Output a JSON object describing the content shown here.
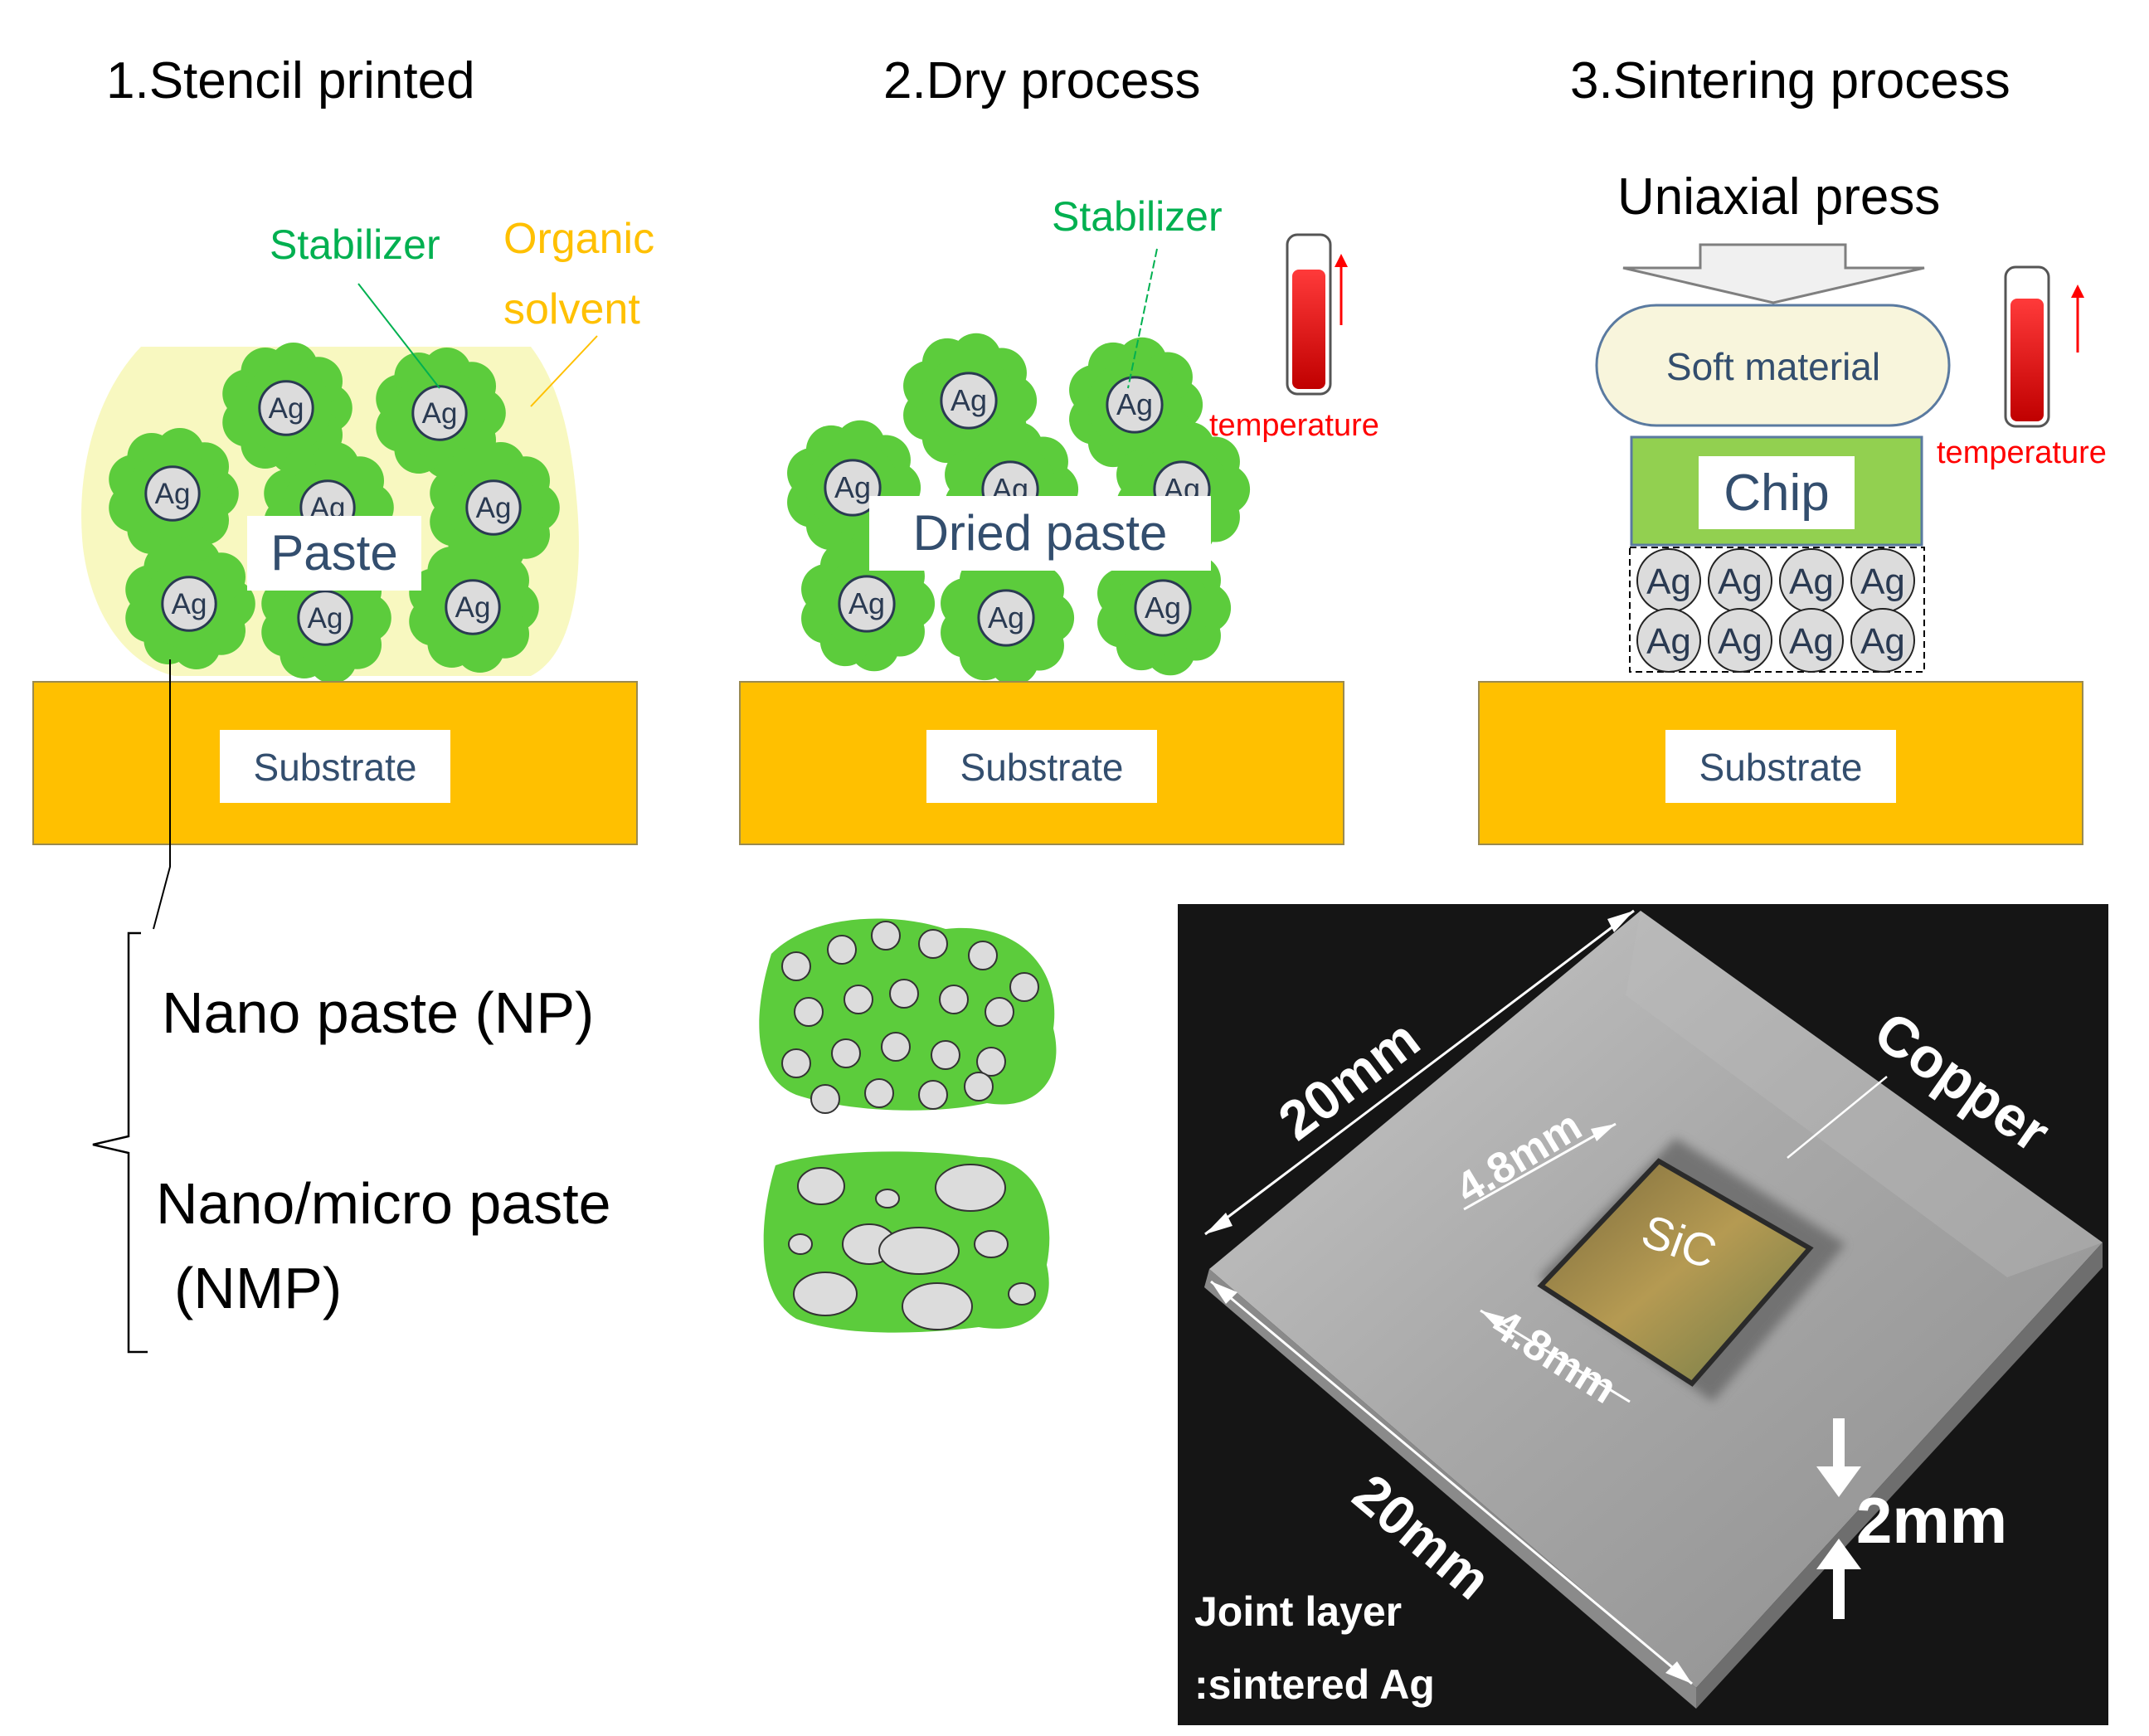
{
  "steps": {
    "s1": "1.Stencil printed",
    "s2": "2.Dry process",
    "s3": "3.Sintering process"
  },
  "labels": {
    "stabilizer": "Stabilizer",
    "organic_1": "Organic",
    "organic_2": "solvent",
    "paste": "Paste",
    "dried_paste": "Dried paste",
    "substrate": "Substrate",
    "temperature": "temperature",
    "uniaxial_press": "Uniaxial press",
    "soft_material": "Soft material",
    "chip": "Chip",
    "ag": "Ag"
  },
  "paste_types": {
    "np": "Nano paste (NP)",
    "nmp_1": "Nano/micro paste",
    "nmp_2": "(NMP)"
  },
  "photo": {
    "dim_top": "20mm",
    "dim_bottom": "20mm",
    "chip_top": "4.8mm",
    "chip_bottom": "4.8mm",
    "copper": "Copper",
    "sic": "SiC",
    "thickness": "2mm",
    "joint_1": "Joint layer",
    "joint_2": ":sintered Ag"
  },
  "colors": {
    "paste_bg": "#f8f8c0",
    "ag_green": "#5ccc3c",
    "ag_core": "#dcdcdc",
    "substrate": "#ffc000",
    "stabilizer": "#00b050",
    "organic": "#ffc000",
    "temperature": "#ff0000",
    "chip": "#92d050",
    "photo_bg": "#151515"
  }
}
